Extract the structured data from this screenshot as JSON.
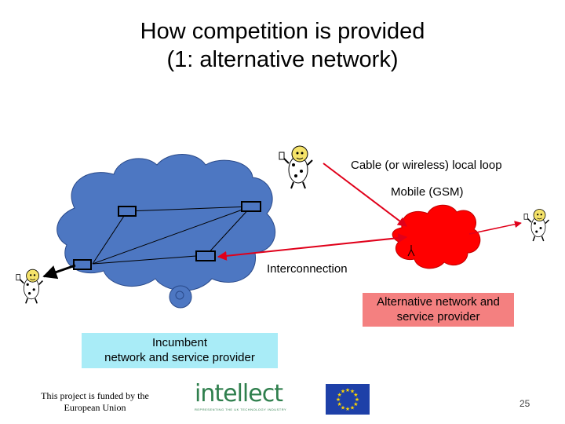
{
  "slide": {
    "title_line1": "How competition is provided",
    "title_line2": "(1: alternative network)",
    "page_number": "25"
  },
  "labels": {
    "cable": "Cable (or wireless) local loop",
    "mobile": "Mobile (GSM)",
    "interconnection": "Interconnection"
  },
  "boxes": {
    "alternative_line1": "Alternative network and",
    "alternative_line2": "service provider",
    "incumbent_line1": "Incumbent",
    "incumbent_line2": "network and service provider"
  },
  "footer": {
    "funded_line1": "This project is funded by the",
    "funded_line2": "European Union",
    "logo_text": "intellect",
    "logo_tagline": "REPRESENTING THE UK TECHNOLOGY INDUSTRY"
  },
  "colors": {
    "incumbent_cloud": "#4d77c2",
    "alternative_cloud": "#ff0000",
    "alternative_box": "#f48080",
    "incumbent_box": "#a9ecf7",
    "link_red": "#e0001a",
    "logo_green": "#2f7f4d",
    "eu_blue": "#1e40a8",
    "eu_star": "#ffd700"
  },
  "icons": [
    "person-phone-icon",
    "switch-node-icon",
    "eu-flag-icon"
  ]
}
